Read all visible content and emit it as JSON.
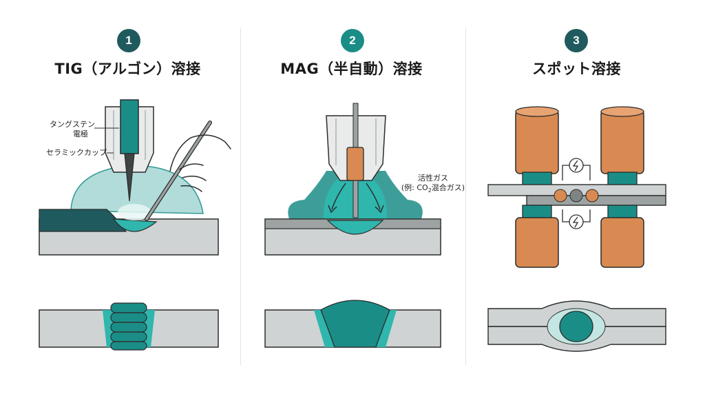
{
  "colors": {
    "teal_dark": "#1f5a5e",
    "teal": "#1b8d87",
    "teal_bright": "#2fb6ad",
    "gas_light": "#a9d9d5",
    "metal": "#cfd3d3",
    "metal_dark": "#9da3a3",
    "copper": "#d88a52",
    "copper_dark": "#a9623a",
    "outline": "#2b2b2b"
  },
  "panels": [
    {
      "number": "1",
      "title": "TIG（アルゴン）溶接",
      "labels": {
        "tungsten_line1": "タングステン",
        "tungsten_line2": "電極",
        "ceramic_cup": "セラミックカップ"
      }
    },
    {
      "number": "2",
      "title": "MAG（半自動）溶接",
      "labels": {
        "gas_line1": "活性ガス",
        "gas_line2_prefix": "(例: CO",
        "gas_subscript": "2",
        "gas_line2_suffix": "混合ガス)"
      }
    },
    {
      "number": "3",
      "title": "スポット溶接",
      "labels": {}
    }
  ]
}
